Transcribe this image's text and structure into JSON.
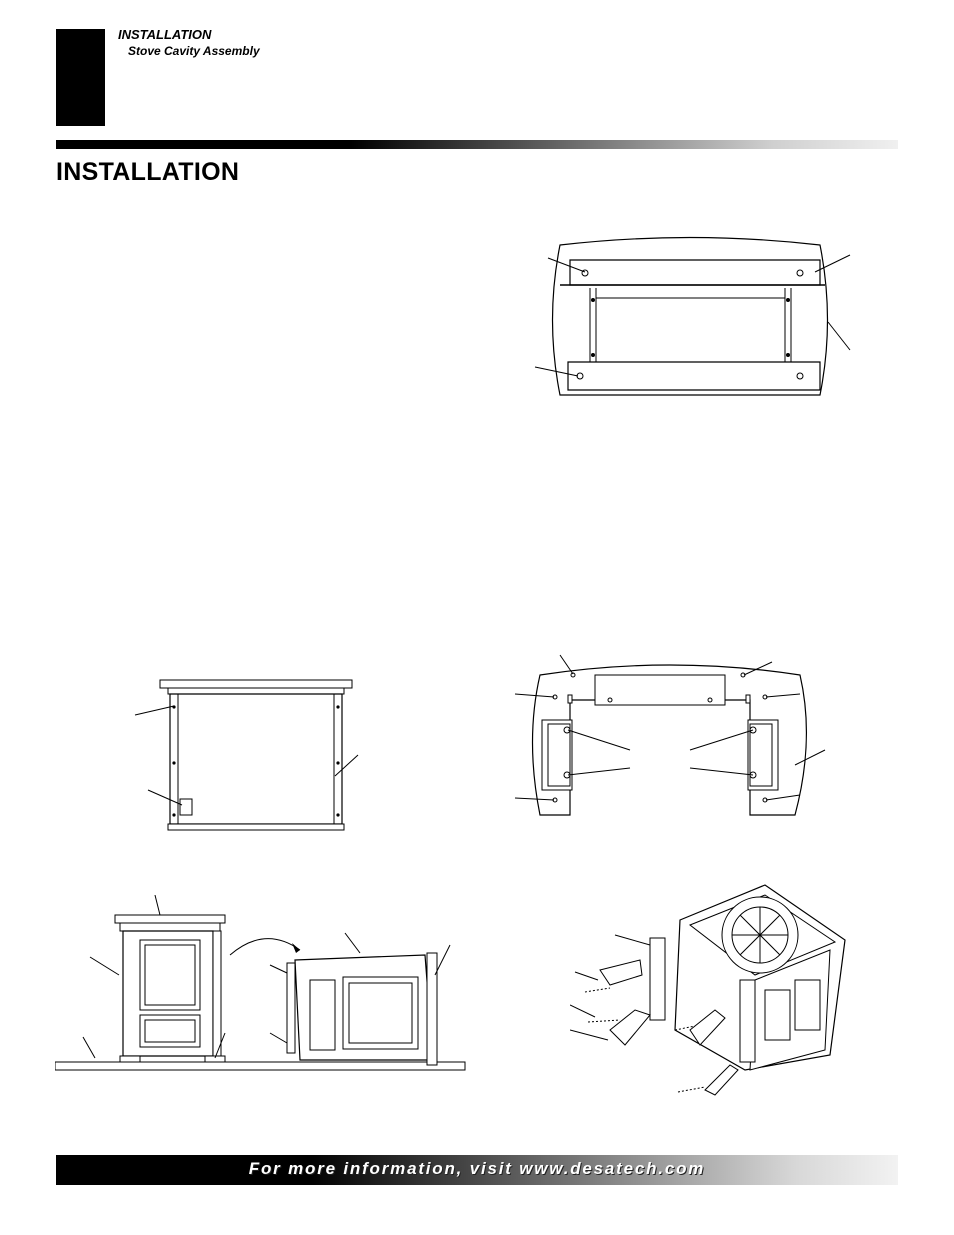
{
  "header": {
    "section": "INSTALLATION",
    "subsection": "Stove Cavity Assembly"
  },
  "page": {
    "title": "INSTALLATION"
  },
  "footer": {
    "text": "For more information, visit www.desatech.com"
  }
}
